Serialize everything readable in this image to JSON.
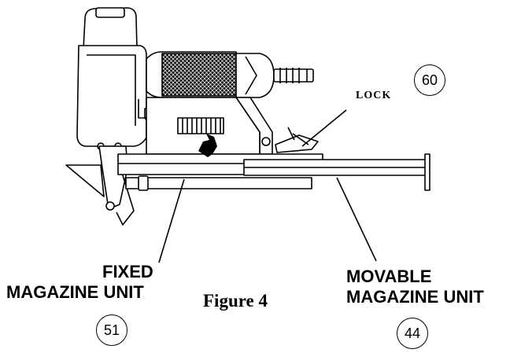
{
  "labels": {
    "lock": "LOCK",
    "fixed_line1": "FIXED",
    "fixed_line2": "MAGAZINE UNIT",
    "movable_line1": "MOVABLE",
    "movable_line2": "MAGAZINE UNIT",
    "figure": "Figure 4"
  },
  "callouts": {
    "lock_part": "60",
    "fixed_part": "51",
    "movable_part": "44"
  },
  "colors": {
    "ink": "#000000",
    "paper": "#ffffff"
  }
}
